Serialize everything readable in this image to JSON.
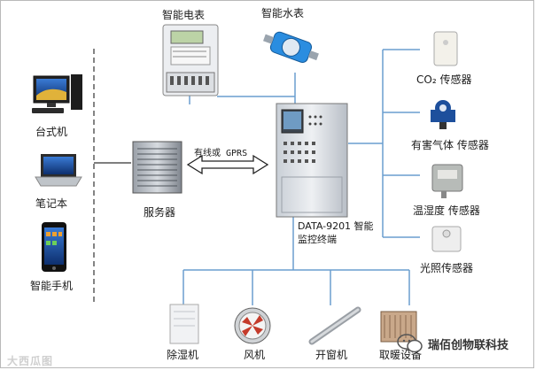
{
  "devices": {
    "electric_meter": "智能电表",
    "water_meter": "智能水表",
    "desktop": "台式机",
    "laptop": "笔记本",
    "phone": "智能手机",
    "server": "服务器",
    "link": "有线或 GPRS",
    "terminal": "DATA-9201 智能监控终端"
  },
  "sensors": [
    {
      "label": "CO₂ 传感器"
    },
    {
      "label": "有害气体 传感器"
    },
    {
      "label": "温湿度 传感器"
    },
    {
      "label": "光照传感器"
    }
  ],
  "actuators": [
    {
      "label": "除湿机"
    },
    {
      "label": "风机"
    },
    {
      "label": "开窗机"
    },
    {
      "label": "取暖设备"
    }
  ],
  "watermark": "大西瓜图",
  "brand": "瑞佰创物联科技",
  "colors": {
    "line": "#6a9ecf",
    "cabinet": "#d9dde2",
    "text": "#1a1a1a"
  }
}
